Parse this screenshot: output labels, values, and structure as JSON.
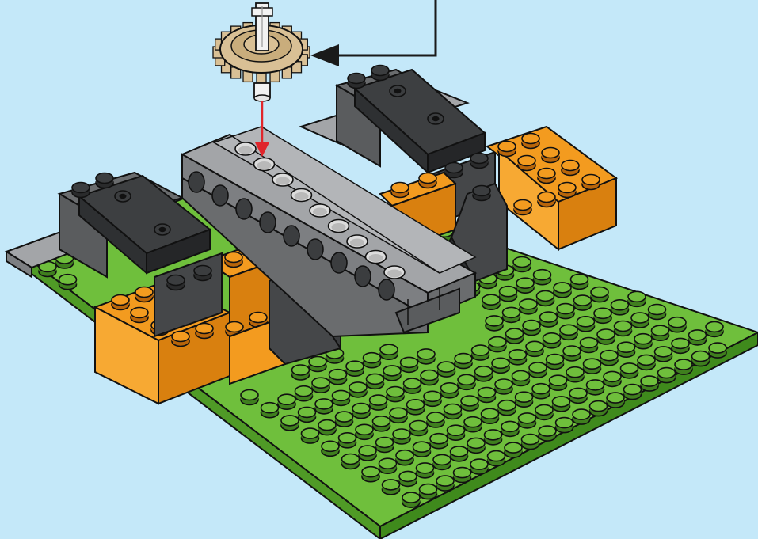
{
  "scene": {
    "subject": "lego-build-instruction-step",
    "background_color": "#c4e8f9",
    "colors": {
      "baseplate": "#6fbf3c",
      "baseplate_side": "#4f9a26",
      "stud": "#6fbf3c",
      "orange_brick": "#f39b1f",
      "orange_brick_side": "#d9800f",
      "dark_grey": "#5a5c5e",
      "dark_grey_side": "#454749",
      "light_grey": "#8e9093",
      "light_grey_top": "#a3a5a8",
      "gear_tan": "#d9c095",
      "axle_white": "#f2f2f2",
      "callout_line": "#1a1a1a",
      "insert_arrow": "#e0262b"
    },
    "icons": {
      "gear": "gear-20-tooth-icon",
      "axle": "axle-icon",
      "callout_arrow": "callout-arrow-icon",
      "insert_arrow": "down-arrow-icon"
    },
    "callout": {
      "text": ""
    },
    "parts": {
      "gear_teeth": 20,
      "beam_holes": 9
    }
  }
}
